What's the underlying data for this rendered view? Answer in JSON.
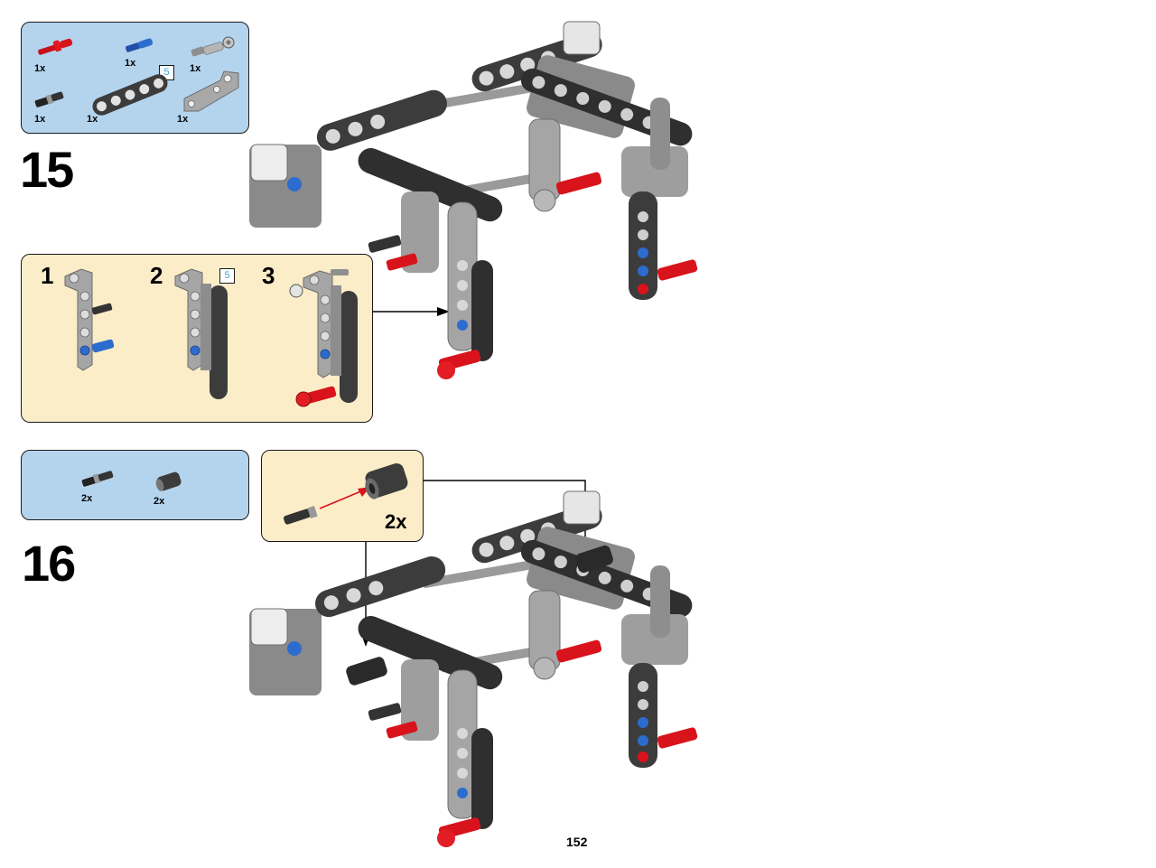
{
  "page": {
    "number": "152"
  },
  "colors": {
    "parts_panel": "#b4d4ee",
    "sub_panel": "#fbedc8",
    "length_text": "#38a6d6",
    "pin_red": "#d8131b",
    "pin_blue": "#2d6ccf",
    "beam_dark": "#3c3c3c",
    "beam_light": "#a3a3a3"
  },
  "step15": {
    "number": "15",
    "parts": [
      {
        "icon": "red-axle-pin-icon",
        "qty": "1x"
      },
      {
        "icon": "blue-axle-pin-icon",
        "qty": "1x"
      },
      {
        "icon": "gray-axle-connector-icon",
        "qty": "1x"
      },
      {
        "icon": "black-friction-pin-icon",
        "qty": "1x"
      },
      {
        "icon": "dark-gray-beam-5-icon",
        "qty": "1x",
        "length": "5"
      },
      {
        "icon": "light-gray-angle-beam-icon",
        "qty": "1x"
      }
    ],
    "substeps": [
      {
        "number": "1"
      },
      {
        "number": "2",
        "length": "5"
      },
      {
        "number": "3"
      }
    ]
  },
  "step16": {
    "number": "16",
    "parts": [
      {
        "icon": "friction-pin-icon",
        "qty": "2x"
      },
      {
        "icon": "bushing-tube-icon",
        "qty": "2x"
      }
    ],
    "callout": {
      "qty": "2x"
    }
  }
}
